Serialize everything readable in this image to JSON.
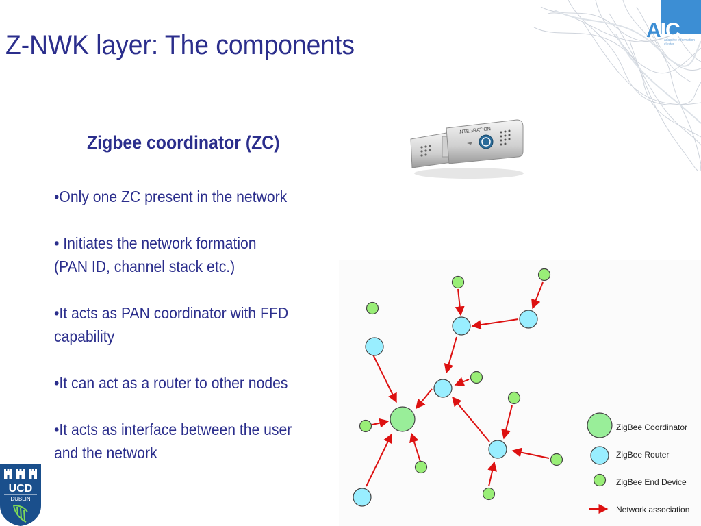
{
  "slide": {
    "title": "Z-NWK layer: The components",
    "subtitle": "Zigbee coordinator (ZC)",
    "bullets": [
      {
        "line1": "•Only one ZC present in the network",
        "line2": ""
      },
      {
        "line1": "• Initiates the network formation",
        "line2": "(PAN ID, channel stack etc.)"
      },
      {
        "line1": "•It acts as PAN coordinator with FFD",
        "line2": "capability"
      },
      {
        "line1": "•It can act as a router to other nodes",
        "line2": ""
      },
      {
        "line1": "•It acts as interface between the user",
        "line2": "and the network"
      }
    ]
  },
  "logos": {
    "aic": {
      "letters": "A",
      "letters2": "IC",
      "tagline": "adaptive information cluster"
    },
    "ucd": {
      "line1": "UCD",
      "line2": "DUBLIN"
    }
  },
  "dongle": {
    "brand": "INTEGRATION"
  },
  "legend": {
    "coordinator": "ZigBee Coordinator",
    "router": "ZigBee Router",
    "end_device": "ZigBee End Device",
    "association": "Network association"
  },
  "colors": {
    "title": "#2b2e8c",
    "coordinator": "#99ee99",
    "router": "#99eeff",
    "end_device": "#99ee77",
    "arrow": "#dd1111",
    "aic": "#3c8ed4",
    "ucd": "#1a4f8c"
  }
}
